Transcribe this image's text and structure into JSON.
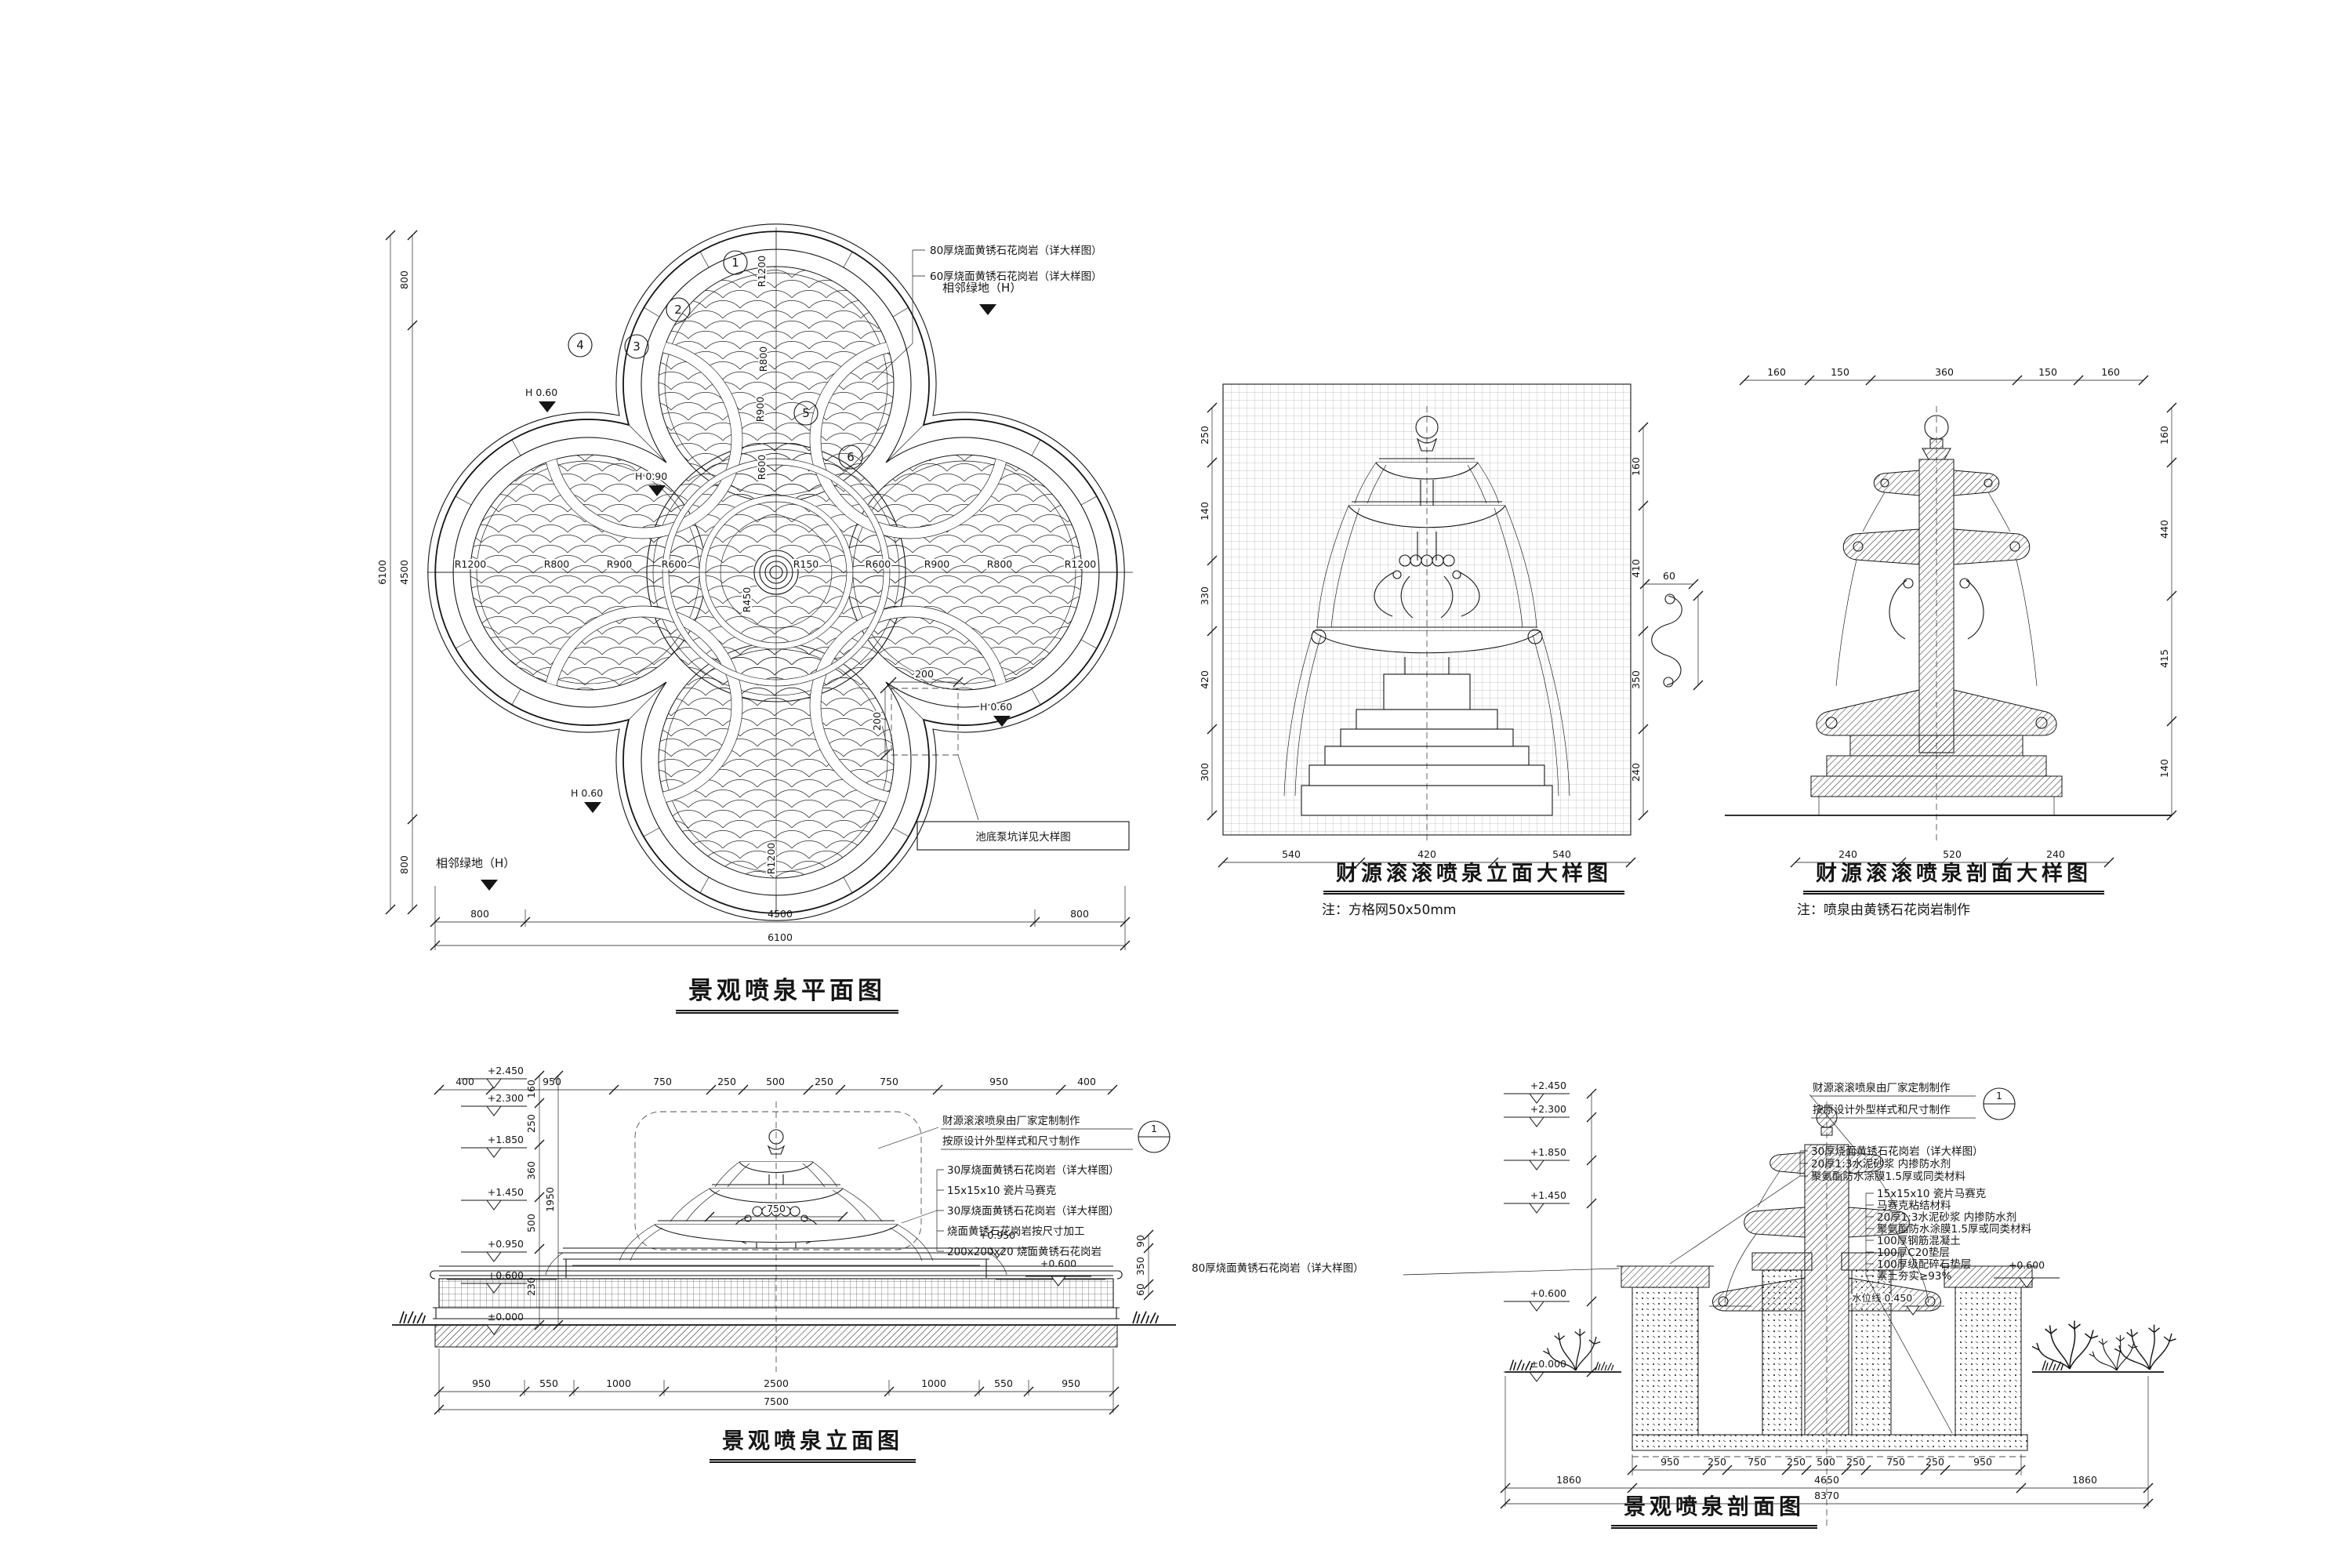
{
  "sheet": {
    "bg": "#ffffff",
    "ink": "#151515"
  },
  "plan": {
    "title": "景观喷泉平面图",
    "note_80": "80厚烧面黄锈石花岗岩（详大样图）",
    "note_60": "60厚烧面黄锈石花岗岩（详大样图）",
    "adjacent_top": "相邻绿地（H）",
    "adjacent_bottom": "相邻绿地（H）",
    "pump_pit_note": "池底泵坑详见大样图",
    "levels": {
      "a": "H 0.60",
      "b": "H 0.90",
      "c": "H 0.60",
      "d": "H 0.60"
    },
    "keys": [
      "1",
      "2",
      "3",
      "4",
      "5",
      "6"
    ],
    "radii_left": [
      "R1200",
      "R800",
      "R900",
      "R600"
    ],
    "radius_center": "R150",
    "radii_right": [
      "R600",
      "R900",
      "R800",
      "R1200"
    ],
    "radii_vertical": {
      "top": "R1200",
      "top2": "R800",
      "mid1": "R900",
      "mid2": "R600",
      "center": "R450",
      "bottom": "R1200"
    },
    "pit_dims": {
      "w": "200",
      "h": "200"
    },
    "dims_h": [
      "800",
      "4500",
      "800"
    ],
    "total_h": "6100",
    "dims_v": [
      "800",
      "4500",
      "800"
    ],
    "total_v": "6100"
  },
  "detail_elev": {
    "title": "财源滚滚喷泉立面大样图",
    "note": "注：方格网50x50mm",
    "dims_left": [
      "250",
      "140",
      "330",
      "420",
      "300"
    ],
    "dims_right": [
      "160",
      "410",
      "350",
      "240"
    ],
    "dims_bottom": [
      "540",
      "420",
      "540"
    ],
    "scroll_dim": "60"
  },
  "detail_sect": {
    "title": "财源滚滚喷泉剖面大样图",
    "note": "注：喷泉由黄锈石花岗岩制作",
    "dims_top": [
      "160",
      "150",
      "360",
      "150",
      "160"
    ],
    "dims_right": [
      "160",
      "440",
      "415",
      "140"
    ],
    "dims_bottom": [
      "240",
      "520",
      "240"
    ]
  },
  "elevation": {
    "title": "景观喷泉立面图",
    "callout": {
      "line1": "财源滚滚喷泉由厂家定制制作",
      "line2": "按原设计外型样式和尺寸制作",
      "ref": "1"
    },
    "notes": [
      "30厚烧面黄锈石花岗岩（详大样图）",
      "15x15x10 瓷片马赛克",
      "30厚烧面黄锈石花岗岩（详大样图）",
      "烧面黄锈石花岗岩按尺寸加工",
      "200x200x20 烧面黄锈石花岗岩"
    ],
    "levels": [
      "+2.450",
      "+2.300",
      "+1.850",
      "+1.450",
      "+0.950",
      "+0.600"
    ],
    "level_zero": "±0.000",
    "inner_level": "+0.950",
    "outer_level": "+0.600",
    "dims_left": [
      "160",
      "250",
      "360",
      "500",
      "230"
    ],
    "dims_left_total": "1950",
    "dims_right": [
      "90",
      "350",
      "60"
    ],
    "dims_top": [
      "400",
      "950",
      "750",
      "250",
      "500",
      "250",
      "750",
      "950",
      "400"
    ],
    "basin_dim": "750",
    "dims_bottom": [
      "950",
      "550",
      "1000",
      "2500",
      "1000",
      "550",
      "950"
    ],
    "total_bottom": "7500"
  },
  "section": {
    "title": "景观喷泉剖面图",
    "callout": {
      "line1": "财源滚滚喷泉由厂家定制制作",
      "line2": "按原设计外型样式和尺寸制作",
      "ref": "1"
    },
    "left_note": "80厚烧面黄锈石花岗岩（详大样图）",
    "notes_a": [
      "30厚烧面黄锈石花岗岩（详大样图）",
      "20厚1:3水泥砂浆 内掺防水剂",
      "聚氨酯防水涂膜1.5厚或同类材料"
    ],
    "notes_b": [
      "15x15x10 瓷片马赛克",
      "马赛克粘结材料",
      "20厚1:3水泥砂浆 内掺防水剂",
      "聚氨酯防水涂膜1.5厚或同类材料",
      "100厚钢筋混凝土",
      "100厚C20垫层",
      "100厚级配碎石垫层",
      "素土夯实≥93%"
    ],
    "water_mark": "水位线 0.450",
    "level_right": "+0.600",
    "levels": [
      "+2.450",
      "+2.300",
      "+1.850",
      "+1.450",
      "+0.600"
    ],
    "level_zero": "±0.000",
    "dims_bottom_1": [
      "950",
      "250",
      "750",
      "250",
      "500",
      "250",
      "750",
      "250",
      "950"
    ],
    "dims_bottom_2": [
      "1860",
      "4650",
      "1860"
    ],
    "total_bottom": "8370"
  }
}
